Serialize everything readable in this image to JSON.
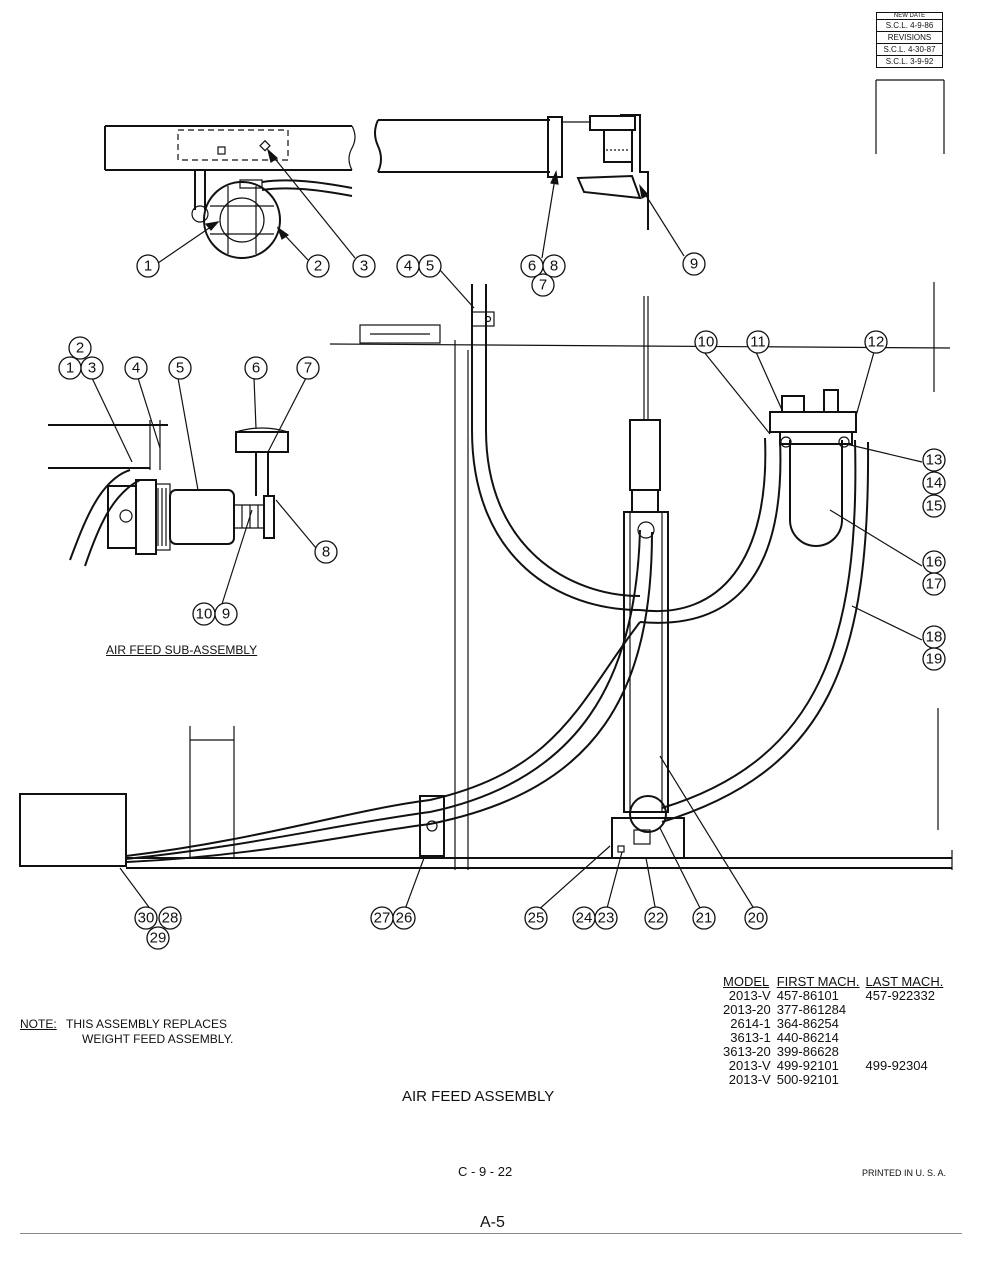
{
  "revisions": {
    "new_date": "NEW DATE",
    "rows": [
      "S.C.L. 4-9-86",
      "REVISIONS",
      "S.C.L. 4-30-87",
      "S.C.L. 3-9-92"
    ]
  },
  "sub_assembly_title": "AIR FEED SUB-ASSEMBLY",
  "note_label": "NOTE:",
  "note_line1": "THIS ASSEMBLY REPLACES",
  "note_line2": "WEIGHT FEED ASSEMBLY.",
  "assembly_title": "AIR FEED ASSEMBLY",
  "drawing_number": "C - 9 - 22",
  "printed": "PRINTED IN U. S. A.",
  "page_number": "A-5",
  "model_table": {
    "headers": [
      "MODEL",
      "FIRST MACH.",
      "LAST MACH."
    ],
    "rows": [
      [
        "2013-V",
        "457-86101",
        "457-922332"
      ],
      [
        "2013-20",
        "377-861284",
        ""
      ],
      [
        "2614-1",
        "364-86254",
        ""
      ],
      [
        "3613-1",
        "440-86214",
        ""
      ],
      [
        "3613-20",
        "399-86628",
        ""
      ],
      [
        "2013-V",
        "499-92101",
        "499-92304"
      ],
      [
        "2013-V",
        "500-92101",
        ""
      ]
    ]
  },
  "callouts": {
    "top_left": [
      "1",
      "2",
      "3"
    ],
    "top_right": [
      "6",
      "8",
      "7",
      "9"
    ],
    "clip": [
      "4",
      "5"
    ],
    "sub_assembly": [
      "2",
      "1",
      "3",
      "4",
      "5",
      "6",
      "7",
      "8",
      "10",
      "9"
    ],
    "filter": [
      "10",
      "11",
      "12",
      "13",
      "14",
      "15",
      "16",
      "17",
      "18",
      "19"
    ],
    "bottom": [
      "30",
      "28",
      "29",
      "27",
      "26",
      "25",
      "24",
      "23",
      "22",
      "21",
      "20"
    ]
  }
}
